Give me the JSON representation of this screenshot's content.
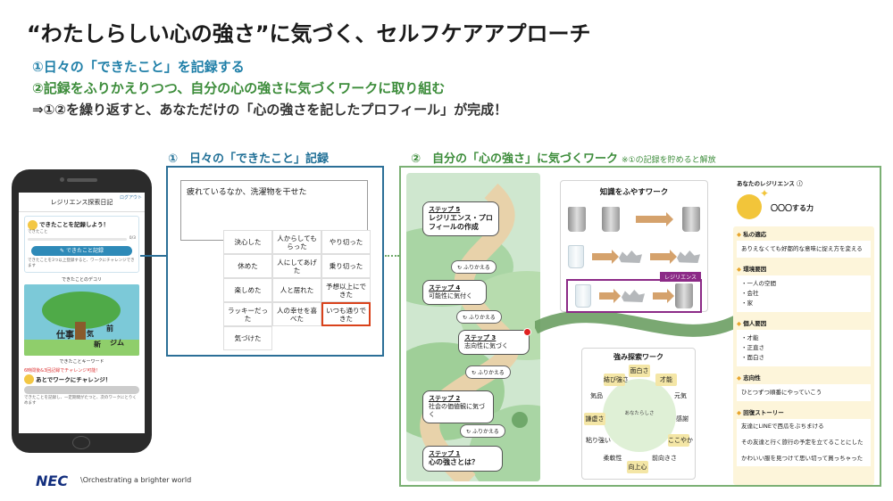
{
  "header": {
    "title": "“わたしらしい心の強さ”に気づく、セルフケアアプローチ",
    "bullet1": "①日々の「できたこと」を記録する",
    "bullet2": "②記録をふりかえりつつ、自分の心の強さに気づくワークに取り組む",
    "bullet3": "⇒①②を繰り返すと、あなただけの「心の強さを記したプロフィール」が完成！"
  },
  "phone": {
    "app_title": "レジリエンス探索日記",
    "logout": "ログアウト",
    "card_title": "できたことを記録しよう！",
    "today_label": "できたこと",
    "count": "0/3",
    "record_button": "できたこと記録",
    "hint": "できたことを3つ以上登録すると、ワークにチャレンジできます",
    "tree_section": "できたことのデコリ",
    "keyword_section": "できたことキーワード",
    "unlock_note": "6時間後&3回記録でチャレンジ可能！",
    "challenge": "あとでワークにチャレンジ！",
    "footer_note": "できたことを記録し、一定期間がたつと、次のワークにとりくめます",
    "tree_words": [
      "仕事",
      "気",
      "前",
      "新",
      "ジム"
    ]
  },
  "section1": {
    "title": "①　日々の「できたこと」記録",
    "input_value": "疲れているなか、洗濯物を干せた",
    "options": [
      "決心した",
      "人からしてもらった",
      "やり切った",
      "休めた",
      "人にしてあげた",
      "乗り切った",
      "楽しめた",
      "人と居れた",
      "予想以上にできた",
      "ラッキーだった",
      "人の幸せを喜べた",
      "いつも通りできた",
      "気づけた"
    ],
    "selected": "いつも通りできた"
  },
  "section2": {
    "title": "②　自分の「心の強さ」に気づくワーク",
    "note": "※①の記録を貯めると解放",
    "steps": [
      {
        "label": "ステップ 5",
        "title": "レジリエンス・プロフィールの作成"
      },
      {
        "label": "ステップ 4",
        "title": "可能性に気付く"
      },
      {
        "label": "ステップ 3",
        "title": "志向性に気づく"
      },
      {
        "label": "ステップ 2",
        "title": "社会の価値観に気づく"
      },
      {
        "label": "ステップ 1",
        "title": "心の強さとは？"
      }
    ],
    "look_back": "ふりかえる",
    "knowledge_title": "知識をふやすワーク",
    "resilience_label": "レジリエンス",
    "strength_title": "強み探索ワーク",
    "strength_center": "あなたらしさ",
    "strength_words": [
      "面白さ",
      "才能",
      "元気",
      "感謝",
      "ここやか",
      "前向きさ",
      "向上心",
      "柔軟性",
      "粘り強い",
      "謙虚さ",
      "気品",
      "結び強さ"
    ],
    "profile": {
      "title": "あなたのレジリエンス",
      "name": "〇〇〇する力",
      "sections": [
        {
          "heading": "私の適応",
          "content": "ありえなくても好都的な意味に捉え方を変える"
        },
        {
          "heading": "環境要因",
          "content": "・一人の空間\n・会社\n・家"
        },
        {
          "heading": "個人要因",
          "content": "・才能\n・正直さ\n・面白さ"
        },
        {
          "heading": "志向性",
          "content": "ひとつずつ順番にやっていこう"
        },
        {
          "heading": "回復ストーリー",
          "content": "友達にLINEで西瓜をぶちまける\n\nその友達と行く旅行の予定を立てることにした\n\nかわいい服を見つけて思い切って買っちゃった"
        }
      ]
    }
  },
  "footer": {
    "logo": "NEC",
    "tagline": "\\Orchestrating a brighter world"
  },
  "colors": {
    "accent_blue": "#1f7fa8",
    "accent_green": "#3c8c3a",
    "selected_border": "#d9421b",
    "resilience_purple": "#8c2a87"
  }
}
